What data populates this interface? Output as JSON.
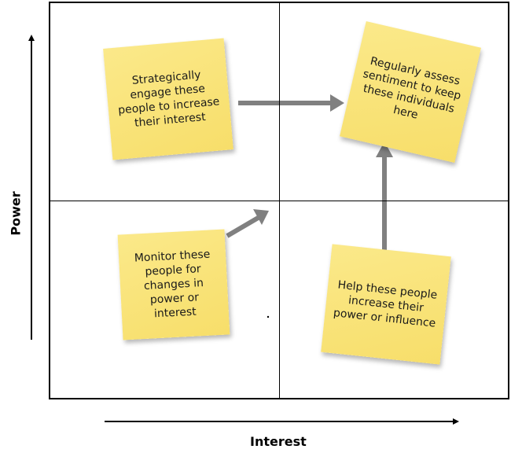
{
  "axes": {
    "x_label": "Interest",
    "y_label": "Power"
  },
  "quadrants": {
    "top_left": "Strategically engage these people to increase their interest",
    "top_right": "Regularly assess sentiment to keep these individuals here",
    "bottom_left": "Monitor these people for changes in power or interest",
    "bottom_right": "Help these people increase their power or influence"
  },
  "colors": {
    "note_fill": "#f7de6a",
    "arrow_gray": "#808080",
    "axis_black": "#000000"
  }
}
